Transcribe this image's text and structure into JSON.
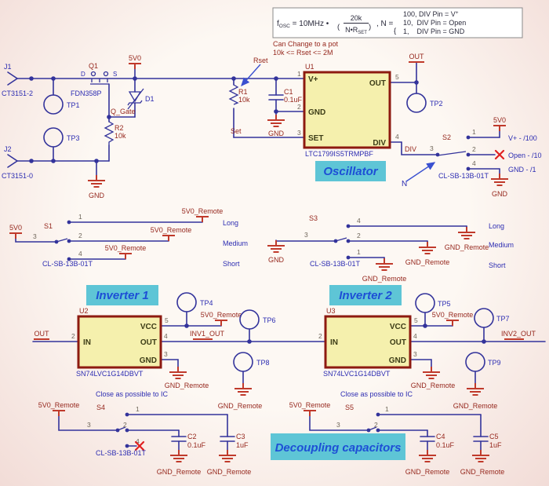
{
  "colors": {
    "bg-center": "#fdf8f3",
    "bg-edge": "#f2dcd7",
    "wire": "#33339b",
    "navy": "#2d2db2",
    "maroon": "#96281e",
    "red": "#c03a2b",
    "ic-fill": "#f5f0ad",
    "ic-border": "#8d1a10",
    "cyan": "#5ec5d6",
    "title-blue": "#1d4fd6",
    "pin": "#6f665a",
    "pname": "#3c3c16",
    "xred": "#e02020",
    "formula-text": "#2b2b3c",
    "box-border": "#8a8a8a",
    "arrow": "#3a50d0"
  },
  "formula": {
    "f": "f",
    "f_sub": "OSC",
    "eq": " = 10MHz •",
    "paren_l": "(",
    "paren_r": ")",
    "num": "20k",
    "den": "N•R",
    "den_sub": "SET",
    "n_eq": ", N =",
    "brace": "{",
    "case1": "100, DIV Pin = V",
    "case1_sup": "+",
    "case2": "10,  DIV Pin = Open",
    "case3": "1,    DIV Pin = GND"
  },
  "notes": {
    "pot1": "Can Change to a pot",
    "pot2": "10k <= Rset <= 2M",
    "pot3": "Rset",
    "close_ic": "Close as possible to IC",
    "n_label": "N"
  },
  "titles": {
    "oscillator": "Oscillator",
    "inverter1": "Inverter 1",
    "inverter2": "Inverter 2",
    "decoupling": "Decoupling capacitors"
  },
  "nets": {
    "v5": "5V0",
    "v5_remote": "5V0_Remote",
    "gnd": "GND",
    "gnd_remote": "GND_Remote",
    "out": "OUT",
    "set": "Set",
    "div": "DIV",
    "q_gate": "Q_Gate",
    "inv1_out": "INV1_OUT",
    "inv2_out": "INV2_OUT"
  },
  "switch_labels": {
    "long": "Long",
    "medium": "Medium",
    "short": "Short",
    "div100": "V+ - /100",
    "div10": "Open - /10",
    "div1": "GND - /1"
  },
  "pins": {
    "p1": "1",
    "p2": "2",
    "p3": "3",
    "p4": "4",
    "p5": "5",
    "d": "D",
    "s": "S"
  },
  "parts": {
    "j1": {
      "ref": "J1",
      "part": "CT3151-2"
    },
    "j2": {
      "ref": "J2",
      "part": "CT3151-0"
    },
    "q1": {
      "ref": "Q1",
      "part": "FDN358P"
    },
    "d1": {
      "ref": "D1"
    },
    "r1": {
      "ref": "R1",
      "value": "10k"
    },
    "r2": {
      "ref": "R2",
      "value": "10k"
    },
    "c1": {
      "ref": "C1",
      "value": "0.1uF"
    },
    "c2": {
      "ref": "C2",
      "value": "0.1uF"
    },
    "c3": {
      "ref": "C3",
      "value": "1uF"
    },
    "c4": {
      "ref": "C4",
      "value": "0.1uF"
    },
    "c5": {
      "ref": "C5",
      "value": "1uF"
    },
    "u1": {
      "ref": "U1",
      "part": "LTC1799IS5TRMPBF",
      "pin_vplus": "V+",
      "pin_gnd": "GND",
      "pin_set": "SET",
      "pin_out": "OUT",
      "pin_div": "DIV"
    },
    "u2": {
      "ref": "U2",
      "part": "SN74LVC1G14DBVT",
      "pin_in": "IN",
      "pin_vcc": "VCC",
      "pin_out": "OUT",
      "pin_gnd": "GND"
    },
    "u3": {
      "ref": "U3",
      "part": "SN74LVC1G14DBVT",
      "pin_in": "IN",
      "pin_vcc": "VCC",
      "pin_out": "OUT",
      "pin_gnd": "GND"
    },
    "s1": {
      "ref": "S1",
      "part": "CL-SB-13B-01T"
    },
    "s2": {
      "ref": "S2",
      "part": "CL-SB-13B-01T"
    },
    "s3": {
      "ref": "S3",
      "part": "CL-SB-13B-01T"
    },
    "s4": {
      "ref": "S4",
      "part": "CL-SB-13B-01T"
    },
    "s5": {
      "ref": "S5"
    },
    "tp1": "TP1",
    "tp2": "TP2",
    "tp3": "TP3",
    "tp4": "TP4",
    "tp5": "TP5",
    "tp6": "TP6",
    "tp7": "TP7",
    "tp8": "TP8",
    "tp9": "TP9"
  }
}
